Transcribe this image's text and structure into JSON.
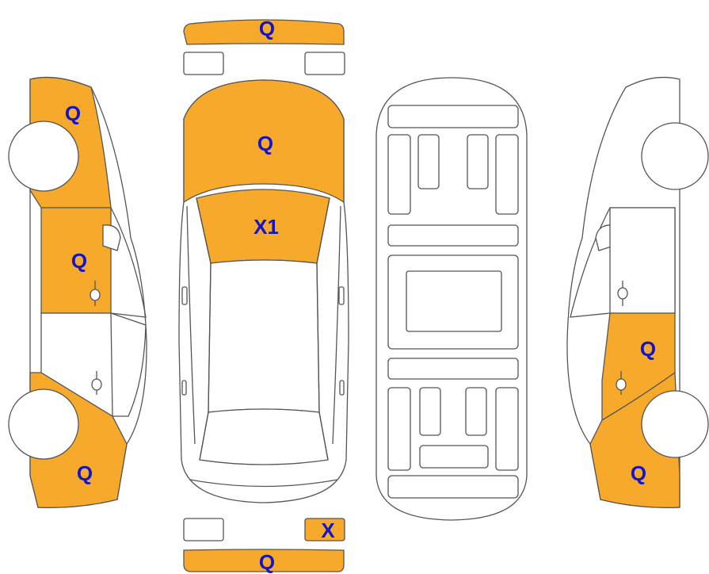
{
  "colors": {
    "damage_fill": "#f7a92c",
    "label_color": "#1515c8",
    "outline": "#555555",
    "background": "#ffffff"
  },
  "labels": {
    "front_bumper": "Q",
    "hood": "Q",
    "windshield": "X1",
    "left_front_fender": "Q",
    "left_front_door": "Q",
    "left_rear_quarter": "Q",
    "right_rear_door": "Q",
    "right_rear_quarter": "Q",
    "rear_right_light": "X",
    "rear_bumper": "Q"
  }
}
